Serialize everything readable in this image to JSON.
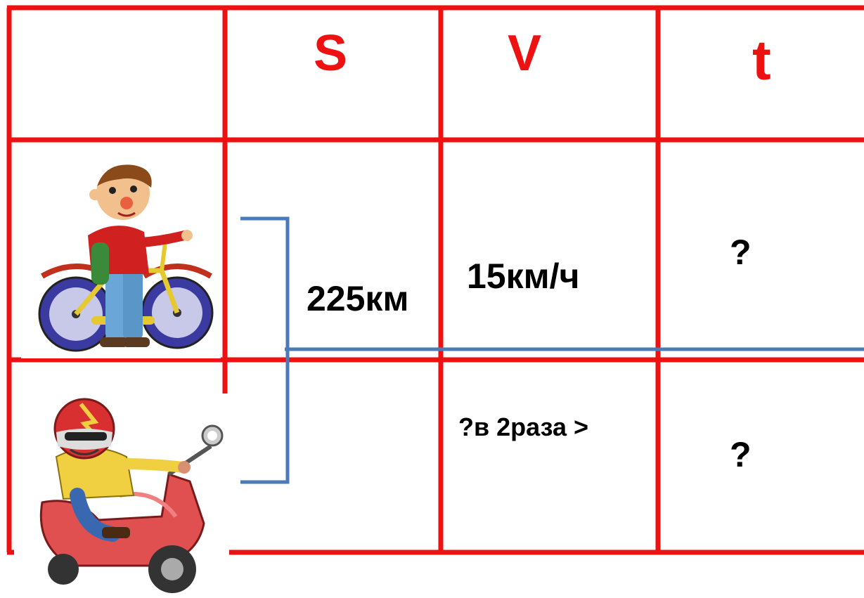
{
  "table": {
    "headers": {
      "empty": "",
      "distance": "S",
      "speed": "V",
      "time": "t"
    },
    "rows": [
      {
        "icon": "boy-on-bicycle-icon",
        "speed": "15км/ч",
        "time": "?"
      },
      {
        "icon": "motorcyclist-on-scooter-icon",
        "speed": "?в 2раза >",
        "time": "?"
      }
    ],
    "shared_distance": "225км"
  },
  "colors": {
    "grid": "#ee1111",
    "bracket": "#4a7ab8",
    "header_text": "#ee1111",
    "body_text": "#000000"
  }
}
